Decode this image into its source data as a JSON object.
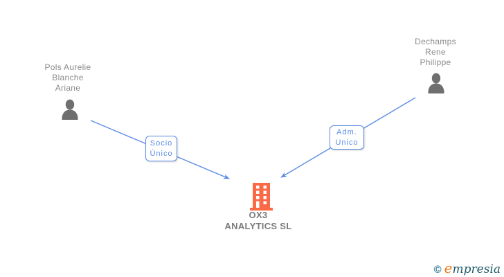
{
  "diagram": {
    "colors": {
      "link_blue": "#5b8ce4",
      "person_gray": "#6f6f6f",
      "name_gray": "#8b8b8b",
      "company_gray": "#7b7b7b",
      "building_orange": "#fa6a47"
    },
    "nodes": {
      "person_left": {
        "name": "Pols Aurelie Blanche Ariane",
        "name_lines": [
          "Pols Aurelie",
          "Blanche",
          "Ariane"
        ]
      },
      "person_right": {
        "name": "Dechamps Rene Philippe",
        "name_lines": [
          "Dechamps",
          "Rene",
          "Philippe"
        ]
      },
      "company": {
        "name": "OX3 ANALYTICS SL",
        "name_lines": [
          "OX3",
          "ANALYTICS SL"
        ]
      }
    },
    "edges": [
      {
        "from": "Pols Aurelie Blanche Ariane",
        "to": "OX3 ANALYTICS SL",
        "label": "Socio Único",
        "label_lines": [
          "Socio",
          "Único"
        ]
      },
      {
        "from": "Dechamps Rene Philippe",
        "to": "OX3 ANALYTICS SL",
        "label": "Adm. Unico",
        "label_lines": [
          "Adm.",
          "Unico"
        ]
      }
    ]
  },
  "footer": {
    "copyright_symbol": "©",
    "brand": "empresia",
    "brand_initial": "e",
    "brand_rest": "mpresia"
  }
}
